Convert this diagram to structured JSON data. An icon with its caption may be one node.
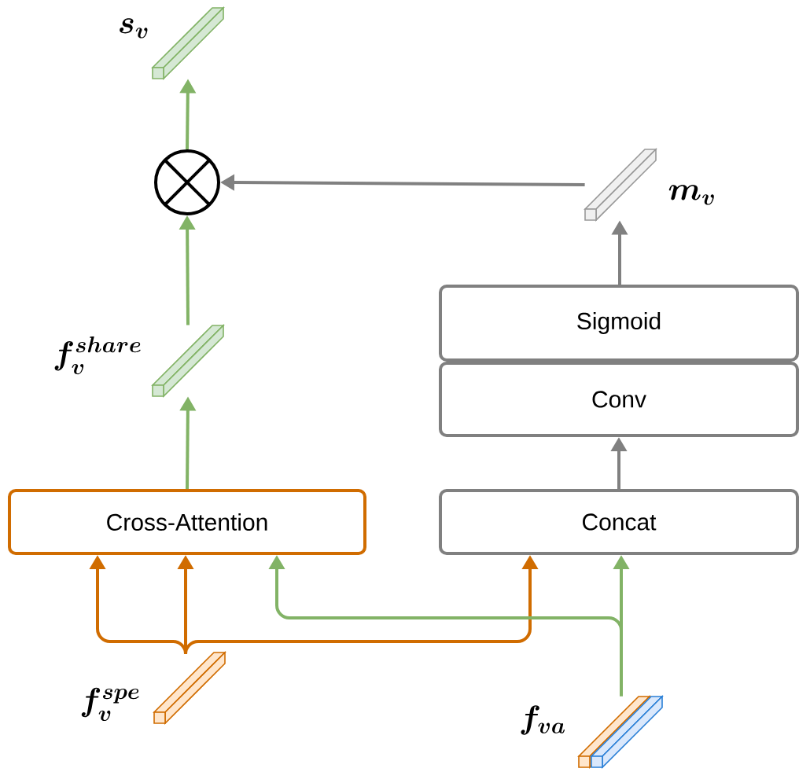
{
  "diagram": {
    "nodes": [
      {
        "text": [],
        "shape": "bar",
        "beside": [
          "s_v"
        ]
      },
      {
        "text": [],
        "shape": "circle"
      },
      {
        "text": [],
        "shape": "bar",
        "beside": [
          "m_v"
        ]
      },
      {
        "text": [],
        "shape": "bar",
        "beside": [
          "f_v^{share}"
        ]
      },
      {
        "text": [
          "Cross-Attention"
        ]
      },
      {
        "text": [
          "Sigmoid"
        ]
      },
      {
        "text": [
          "Conv"
        ]
      },
      {
        "text": [
          "Concat"
        ]
      },
      {
        "text": [],
        "shape": "bar",
        "beside": [
          "f_v^{spe}"
        ]
      },
      {
        "text": [],
        "shape": "bar",
        "beside": [
          "f_{va}"
        ]
      }
    ],
    "edges": [
      {
        "from": 1,
        "to": 0,
        "arrow": "to"
      },
      {
        "from": 2,
        "to": 1,
        "arrow": "to",
        "color": "#808080"
      },
      {
        "from": 3,
        "to": 1,
        "arrow": "to"
      },
      {
        "from": 4,
        "to": 3,
        "arrow": "to"
      },
      {
        "from": 5,
        "to": 2,
        "arrow": "to",
        "color": "#808080"
      },
      {
        "from": 7,
        "to": 6,
        "arrow": "to",
        "color": "#808080"
      },
      {
        "from": 8,
        "to": 4,
        "arrow": "to",
        "color": "#d06c00"
      },
      {
        "from": 8,
        "to": 4,
        "arrow": "to",
        "color": "#d06c00"
      },
      {
        "from": 8,
        "to": 7,
        "arrow": "to",
        "color": "#d06c00"
      },
      {
        "from": 9,
        "to": 4,
        "arrow": "to"
      },
      {
        "from": 9,
        "to": 7,
        "arrow": "to"
      }
    ]
  }
}
